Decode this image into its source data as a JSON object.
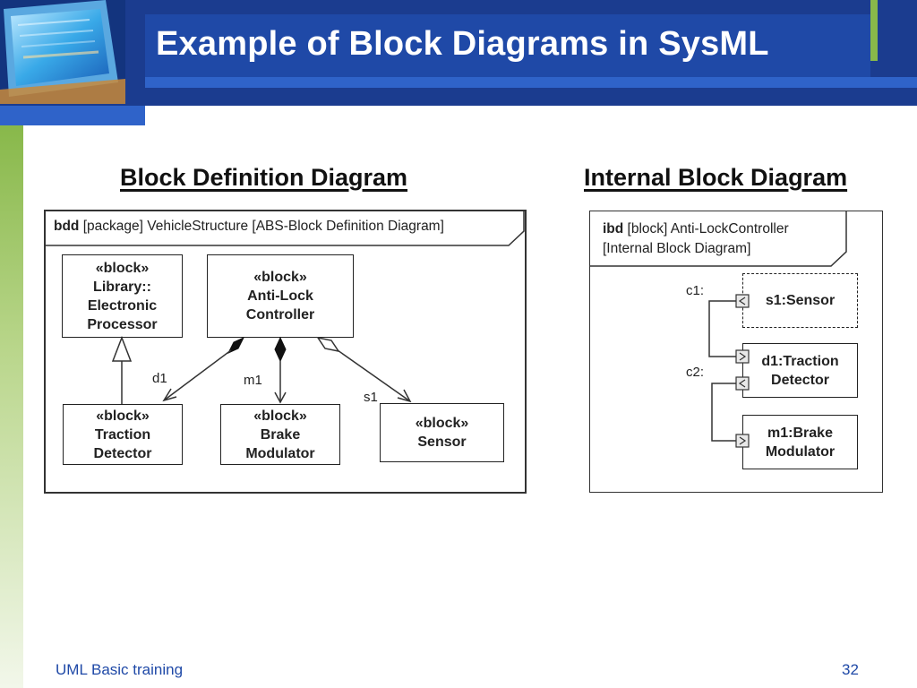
{
  "slide": {
    "title": "Example of Block Diagrams in SysML",
    "footer_left": "UML Basic training",
    "page_number": "32"
  },
  "bdd": {
    "heading": "Block Definition Diagram",
    "frame_kind": "bdd",
    "frame_label": " [package] VehicleStructure [ABS-Block Definition Diagram]",
    "blocks": {
      "library": {
        "stereotype": "«block»",
        "name_lines": [
          "Library::",
          "Electronic",
          "Processor"
        ]
      },
      "anti_lock": {
        "stereotype": "«block»",
        "name_lines": [
          "Anti-Lock",
          "Controller"
        ]
      },
      "traction": {
        "stereotype": "«block»",
        "name_lines": [
          "Traction",
          "Detector"
        ]
      },
      "brake": {
        "stereotype": "«block»",
        "name_lines": [
          "Brake",
          "Modulator"
        ]
      },
      "sensor": {
        "stereotype": "«block»",
        "name_lines": [
          "Sensor"
        ]
      }
    },
    "roles": {
      "d1": "d1",
      "m1": "m1",
      "s1": "s1"
    }
  },
  "ibd": {
    "heading": "Internal Block Diagram",
    "frame_kind": "ibd",
    "frame_label_line1": " [block] Anti-LockController",
    "frame_label_line2": "[Internal Block Diagram]",
    "parts": {
      "s1": {
        "lines": [
          "s1:Sensor"
        ]
      },
      "d1": {
        "lines": [
          "d1:Traction",
          "Detector"
        ]
      },
      "m1": {
        "lines": [
          "m1:Brake",
          "Modulator"
        ]
      }
    },
    "connectors": {
      "c1": "c1:",
      "c2": "c2:"
    }
  }
}
